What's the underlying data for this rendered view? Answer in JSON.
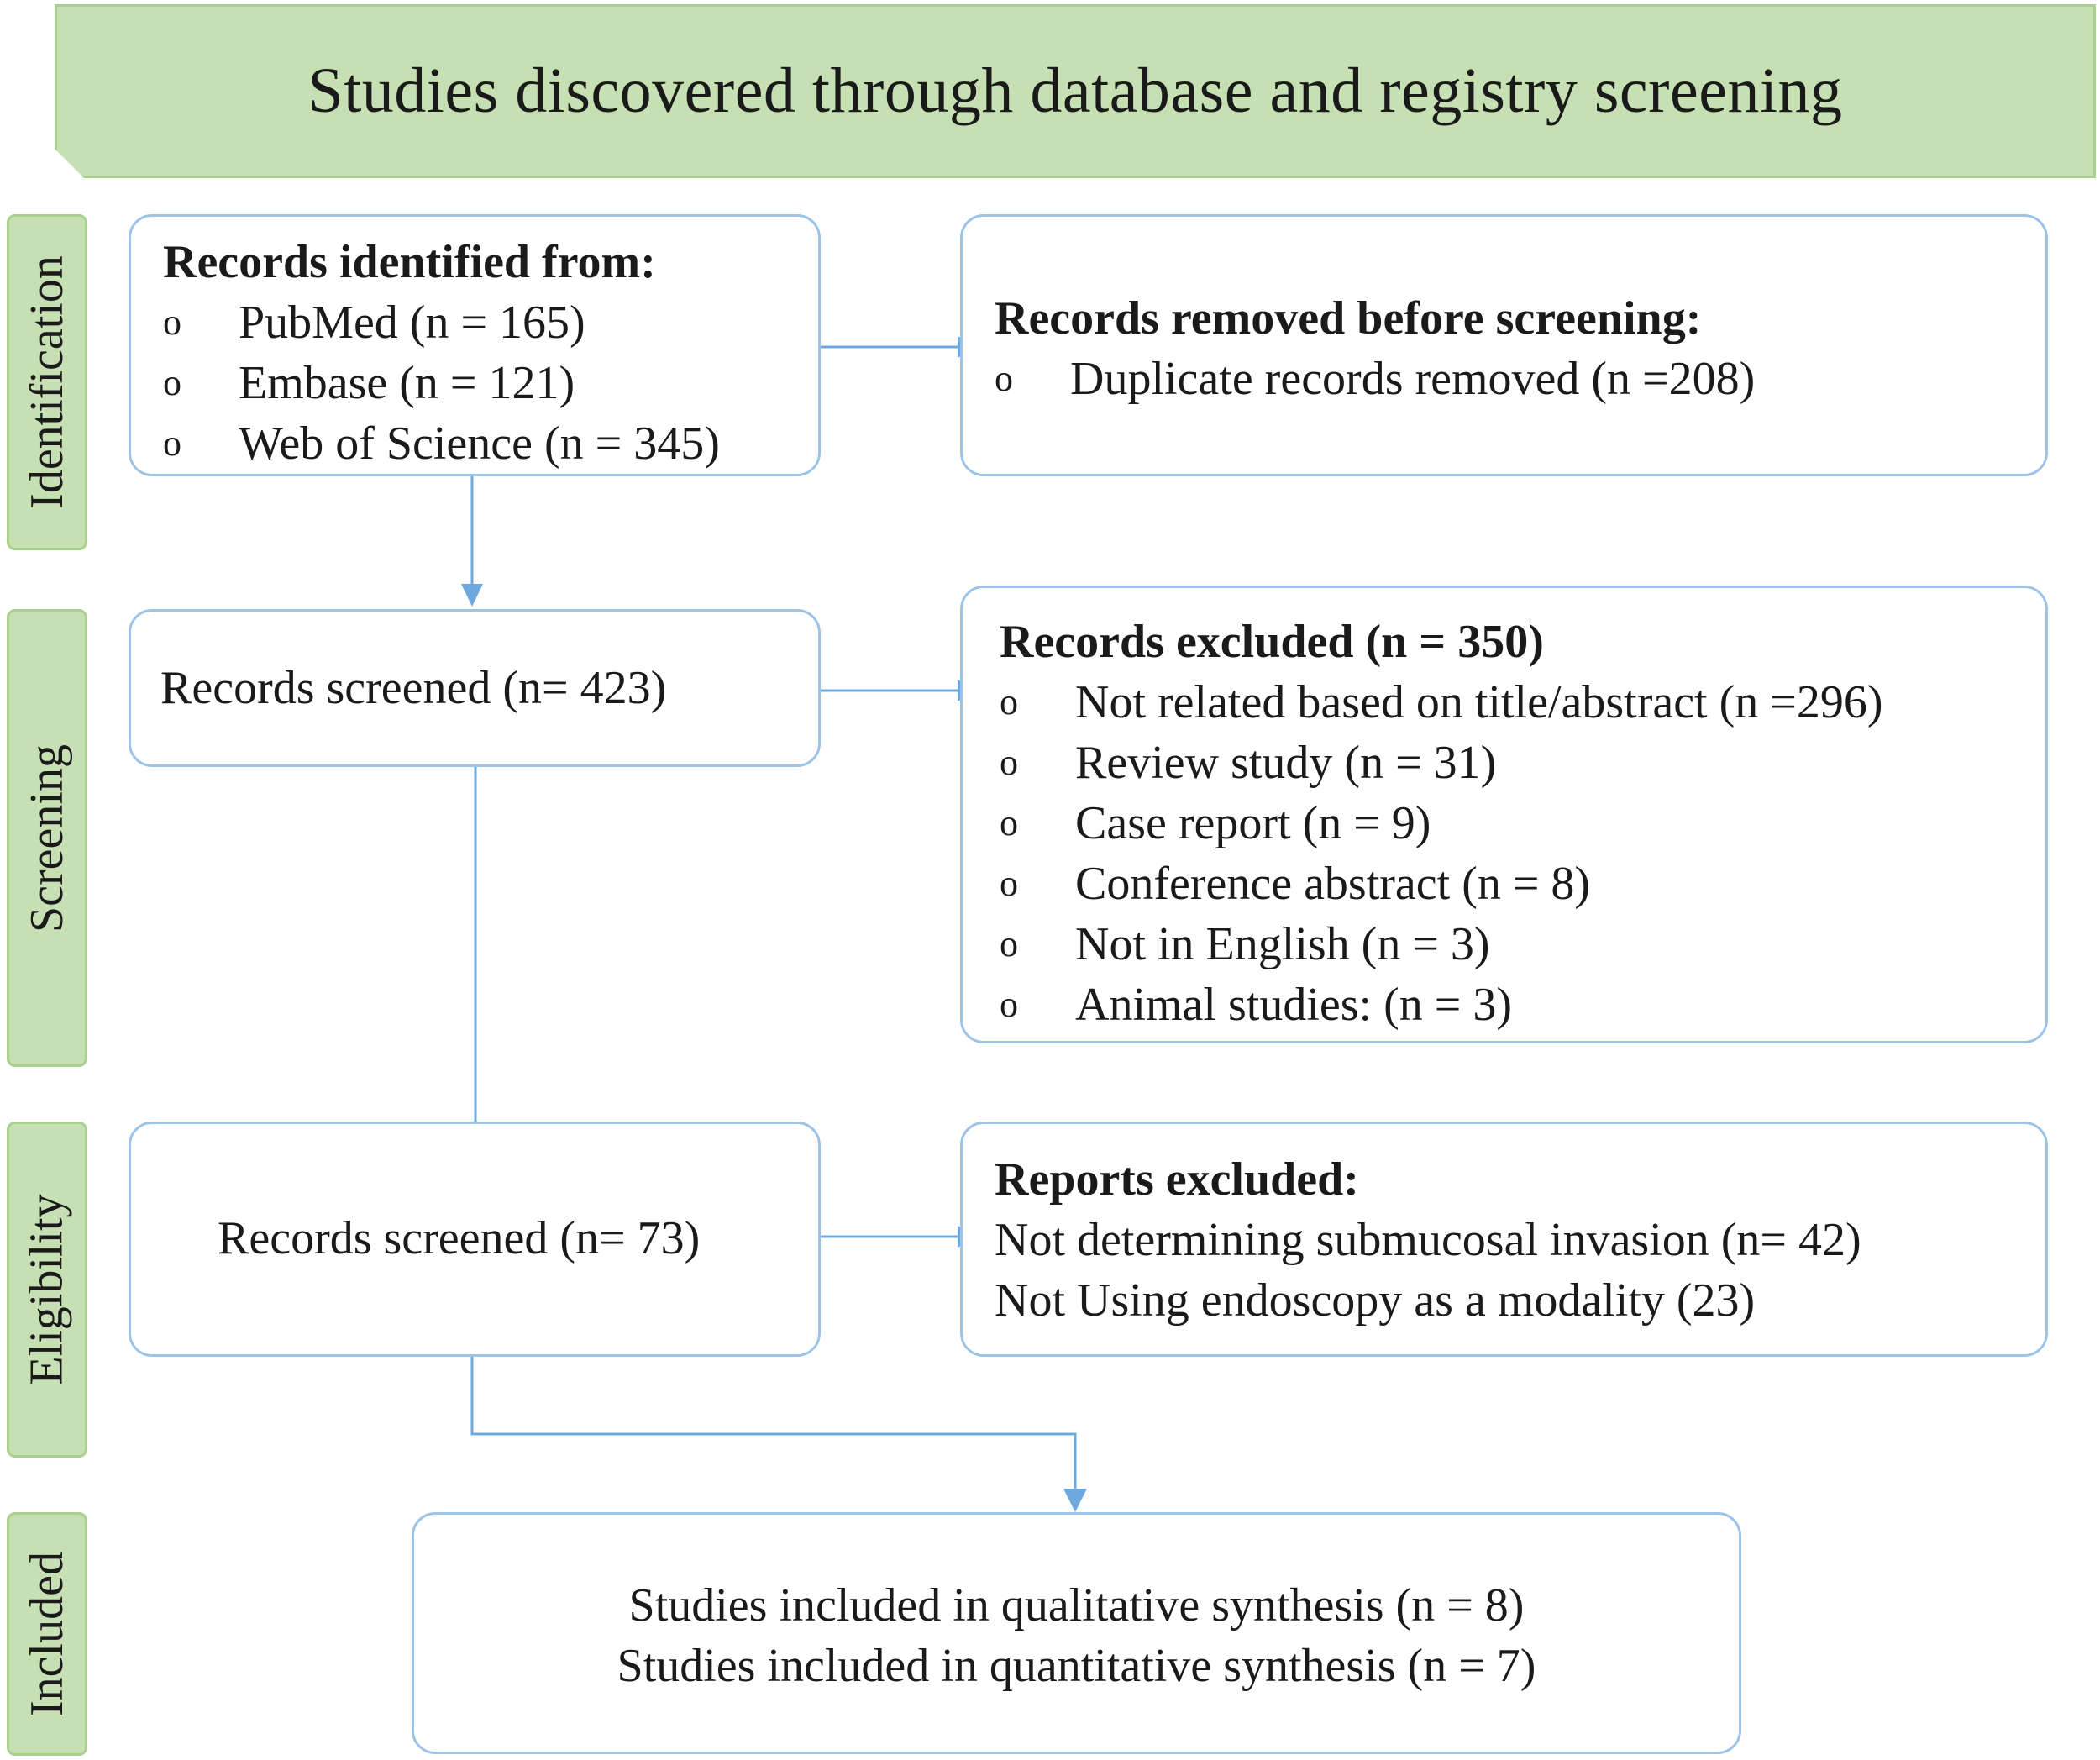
{
  "banner": {
    "title": "Studies discovered through database and registry screening"
  },
  "stages": {
    "identification": "Identification",
    "screening": "Screening",
    "eligibility": "Eligibility",
    "included": "Included"
  },
  "identified": {
    "header": "Records identified from:",
    "items": [
      "PubMed (n = 165)",
      "Embase (n = 121)",
      "Web of Science (n = 345)"
    ]
  },
  "removed": {
    "header": "Records removed before screening:",
    "items": [
      "Duplicate records removed (n =208)"
    ]
  },
  "screened": {
    "text": "Records screened (n= 423)"
  },
  "excluded": {
    "header": "Records excluded (n = 350)",
    "items": [
      "Not related based on title/abstract (n =296)",
      "Review study (n = 31)",
      "Case report (n = 9)",
      "Conference abstract (n = 8)",
      "Not in English (n = 3)",
      "Animal studies: (n = 3)"
    ]
  },
  "eligible": {
    "text": "Records screened (n= 73)"
  },
  "reports_excluded": {
    "header": "Reports excluded:",
    "lines": [
      "Not determining submucosal invasion (n= 42)",
      "Not Using endoscopy as a modality (23)"
    ]
  },
  "included": {
    "lines": [
      "Studies included in qualitative synthesis (n = 8)",
      "Studies included in quantitative synthesis (n = 7)"
    ]
  },
  "bullet_glyph": "o",
  "colors": {
    "banner_fill": "#c6e0b4",
    "banner_border": "#a9d18e",
    "box_border": "#9dc3e6",
    "arrow": "#6fa8dc"
  }
}
